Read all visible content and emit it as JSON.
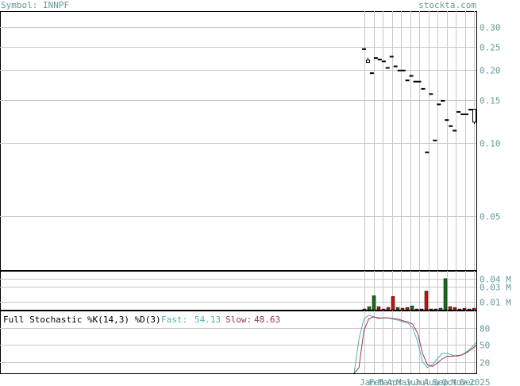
{
  "header": {
    "symbol_label": "Symbol: INNPF",
    "site": "stockta.com"
  },
  "colors": {
    "grid": "#c8c8c8",
    "label": "#669999",
    "up": "#1a6e1a",
    "down": "#cc1111",
    "fast": "#55b0b0",
    "slow": "#993355",
    "frame": "#000000"
  },
  "chart_data": [
    {
      "type": "candlestick",
      "panel": "price",
      "y_scale": "log",
      "ylim": [
        0.03,
        0.35
      ],
      "y_ticks": [
        {
          "value": 0.3,
          "label": "0.30"
        },
        {
          "value": 0.25,
          "label": "0.25"
        },
        {
          "value": 0.2,
          "label": "0.20"
        },
        {
          "value": 0.15,
          "label": "0.15"
        },
        {
          "value": 0.1,
          "label": "0.10"
        },
        {
          "value": 0.05,
          "label": "0.05"
        }
      ],
      "bars": [
        {
          "o": 0.245,
          "c": 0.245,
          "h": 0.245,
          "l": 0.245
        },
        {
          "o": 0.22,
          "c": 0.215,
          "h": 0.225,
          "l": 0.215
        },
        {
          "o": 0.195,
          "c": 0.195,
          "h": 0.195,
          "l": 0.195
        },
        {
          "o": 0.225,
          "c": 0.225,
          "h": 0.225,
          "l": 0.225
        },
        {
          "o": 0.222,
          "c": 0.222,
          "h": 0.222,
          "l": 0.222
        },
        {
          "o": 0.218,
          "c": 0.218,
          "h": 0.218,
          "l": 0.218
        },
        {
          "o": 0.205,
          "c": 0.205,
          "h": 0.205,
          "l": 0.205
        },
        {
          "o": 0.228,
          "c": 0.228,
          "h": 0.228,
          "l": 0.228
        },
        {
          "o": 0.208,
          "c": 0.208,
          "h": 0.208,
          "l": 0.208
        },
        {
          "o": 0.2,
          "c": 0.2,
          "h": 0.2,
          "l": 0.2
        },
        {
          "o": 0.2,
          "c": 0.2,
          "h": 0.2,
          "l": 0.2
        },
        {
          "o": 0.182,
          "c": 0.182,
          "h": 0.182,
          "l": 0.182
        },
        {
          "o": 0.19,
          "c": 0.19,
          "h": 0.19,
          "l": 0.19
        },
        {
          "o": 0.18,
          "c": 0.18,
          "h": 0.18,
          "l": 0.18
        },
        {
          "o": 0.18,
          "c": 0.18,
          "h": 0.18,
          "l": 0.18
        },
        {
          "o": 0.168,
          "c": 0.168,
          "h": 0.168,
          "l": 0.168
        },
        {
          "o": 0.092,
          "c": 0.092,
          "h": 0.092,
          "l": 0.092
        },
        {
          "o": 0.16,
          "c": 0.16,
          "h": 0.16,
          "l": 0.16
        },
        {
          "o": 0.103,
          "c": 0.103,
          "h": 0.103,
          "l": 0.103
        },
        {
          "o": 0.145,
          "c": 0.145,
          "h": 0.145,
          "l": 0.145
        },
        {
          "o": 0.15,
          "c": 0.15,
          "h": 0.15,
          "l": 0.15
        },
        {
          "o": 0.125,
          "c": 0.125,
          "h": 0.125,
          "l": 0.125
        },
        {
          "o": 0.118,
          "c": 0.118,
          "h": 0.118,
          "l": 0.118
        },
        {
          "o": 0.113,
          "c": 0.113,
          "h": 0.113,
          "l": 0.113
        },
        {
          "o": 0.135,
          "c": 0.135,
          "h": 0.135,
          "l": 0.135
        },
        {
          "o": 0.132,
          "c": 0.132,
          "h": 0.132,
          "l": 0.132
        },
        {
          "o": 0.132,
          "c": 0.132,
          "h": 0.132,
          "l": 0.132
        },
        {
          "o": 0.138,
          "c": 0.138,
          "h": 0.138,
          "l": 0.138
        },
        {
          "o": 0.138,
          "c": 0.122,
          "h": 0.138,
          "l": 0.12
        }
      ]
    },
    {
      "type": "bar",
      "panel": "volume",
      "ylim": [
        0,
        0.05
      ],
      "y_ticks": [
        {
          "value": 0.04,
          "label": "0.04 M"
        },
        {
          "value": 0.03,
          "label": "0.03 M"
        },
        {
          "value": 0.01,
          "label": "0.01 M"
        }
      ],
      "bars": [
        {
          "v": 0.001,
          "dir": "down"
        },
        {
          "v": 0.004,
          "dir": "up"
        },
        {
          "v": 0.018,
          "dir": "up"
        },
        {
          "v": 0.004,
          "dir": "down"
        },
        {
          "v": 0.001,
          "dir": "down"
        },
        {
          "v": 0.003,
          "dir": "down"
        },
        {
          "v": 0.017,
          "dir": "down"
        },
        {
          "v": 0.003,
          "dir": "up"
        },
        {
          "v": 0.002,
          "dir": "down"
        },
        {
          "v": 0.003,
          "dir": "down"
        },
        {
          "v": 0.005,
          "dir": "up"
        },
        {
          "v": 0.001,
          "dir": "down"
        },
        {
          "v": 0.001,
          "dir": "down"
        },
        {
          "v": 0.024,
          "dir": "down"
        },
        {
          "v": 0.001,
          "dir": "down"
        },
        {
          "v": 0.001,
          "dir": "down"
        },
        {
          "v": 0.002,
          "dir": "up"
        },
        {
          "v": 0.04,
          "dir": "up"
        },
        {
          "v": 0.004,
          "dir": "down"
        },
        {
          "v": 0.003,
          "dir": "down"
        },
        {
          "v": 0.001,
          "dir": "down"
        },
        {
          "v": 0.002,
          "dir": "down"
        },
        {
          "v": 0.001,
          "dir": "down"
        },
        {
          "v": 0.002,
          "dir": "down"
        }
      ]
    },
    {
      "type": "line",
      "panel": "stochastic",
      "title": "Full Stochastic %K(14,3) %D(3)",
      "fast_label": "Fast:",
      "fast_value": "54.13",
      "slow_label": "Slow:",
      "slow_value": "48.63",
      "ylim": [
        0,
        110
      ],
      "y_ticks": [
        {
          "value": 80,
          "label": "80"
        },
        {
          "value": 50,
          "label": "50"
        },
        {
          "value": 20,
          "label": "20"
        }
      ],
      "series": [
        {
          "key": "fast",
          "values": [
            0,
            60,
            95,
            102,
            99,
            96,
            97,
            97,
            95,
            93,
            90,
            88,
            80,
            55,
            20,
            10,
            15,
            25,
            35,
            35,
            32,
            30,
            32,
            38,
            45,
            54
          ]
        },
        {
          "key": "slow",
          "values": [
            0,
            10,
            75,
            95,
            99,
            97,
            97,
            97,
            96,
            95,
            92,
            90,
            86,
            70,
            35,
            15,
            12,
            18,
            25,
            30,
            30,
            31,
            32,
            36,
            42,
            49
          ]
        }
      ]
    }
  ],
  "x_axis": {
    "labels": [
      "Jan",
      "Feb",
      "Mar",
      "Apr",
      "May",
      "Jun",
      "Jul",
      "Aug",
      "Sep",
      "Oct",
      "Nov",
      "Dec",
      "2025"
    ]
  }
}
